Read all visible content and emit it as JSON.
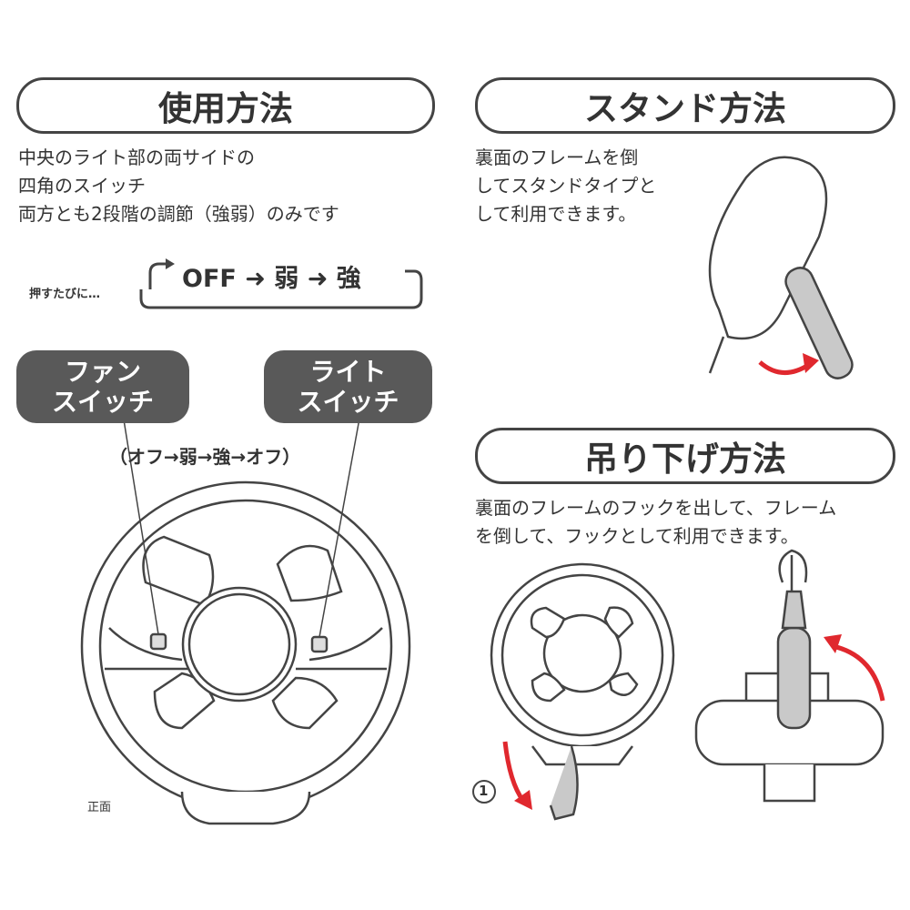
{
  "usage": {
    "title": "使用方法",
    "lines": [
      "中央のライト部の両サイドの",
      "四角のスイッチ",
      "両方とも2段階の調節（強弱）のみです"
    ],
    "press_label": "押すたびに…",
    "cycle": [
      "OFF",
      "弱",
      "強"
    ]
  },
  "fan_switch": {
    "lines": [
      "ファン",
      "スイッチ"
    ]
  },
  "light_switch": {
    "lines": [
      "ライト",
      "スイッチ"
    ]
  },
  "fan_cycle_text": "（オフ→弱→強→オフ）",
  "front_label": "正面",
  "stand": {
    "title": "スタンド方法",
    "lines": [
      "裏面のフレームを倒",
      "してスタンドタイプと",
      "して利用できます。"
    ]
  },
  "hang": {
    "title": "吊り下げ方法",
    "lines": [
      "裏面のフレームのフックを出して、フレーム",
      "を倒して、フックとして利用できます。"
    ],
    "step_number": "1"
  },
  "colors": {
    "accent": "#e0282e",
    "badge": "#595959",
    "outline": "#444444",
    "grey_fill": "#c9c9c9"
  }
}
